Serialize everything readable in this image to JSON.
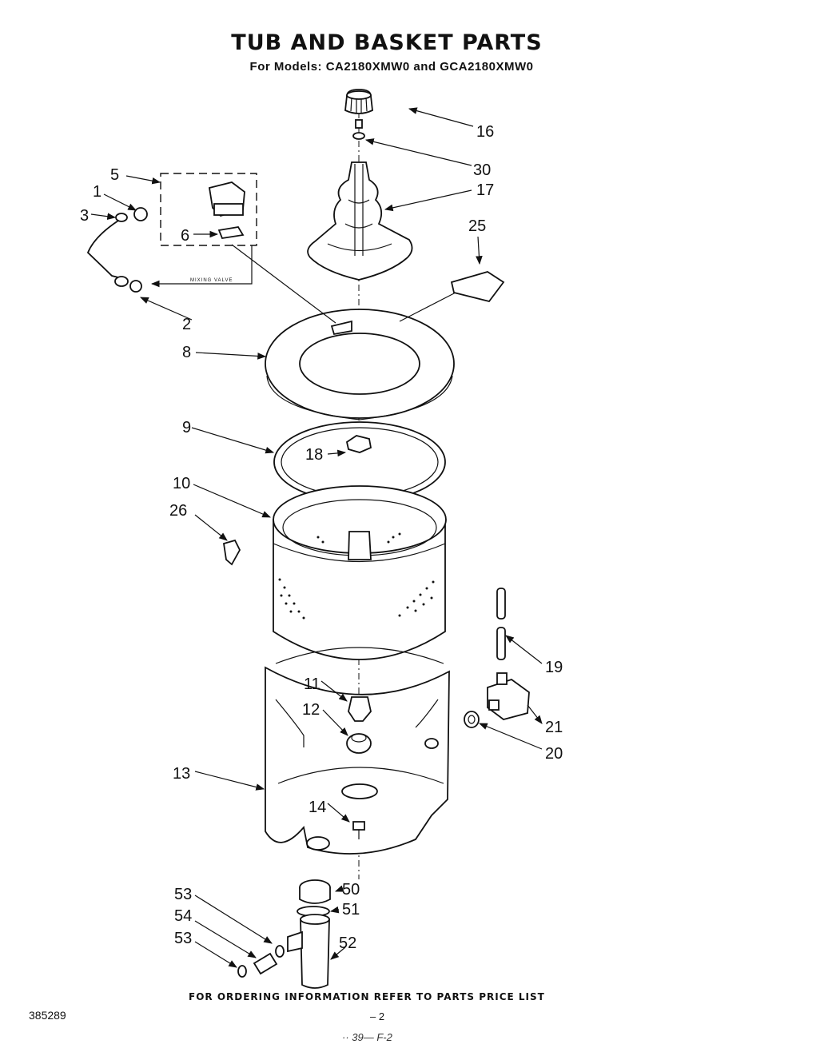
{
  "header": {
    "title": "TUB AND BASKET PARTS",
    "subtitle": "For Models: CA2180XMW0 and GCA2180XMW0"
  },
  "diagram": {
    "callouts": [
      "16",
      "30",
      "17",
      "25",
      "5",
      "1",
      "3",
      "6",
      "2",
      "8",
      "9",
      "18",
      "10",
      "26",
      "19",
      "11",
      "12",
      "21",
      "20",
      "13",
      "14",
      "50",
      "51",
      "53",
      "54",
      "53",
      "52"
    ],
    "mixing_valve_label": "MIXING VALVE"
  },
  "footer": {
    "ordering_note": "FOR ORDERING INFORMATION REFER TO PARTS PRICE LIST",
    "document_number": "385289",
    "page_number": "– 2",
    "scrawl": "·· 39— F-2"
  }
}
